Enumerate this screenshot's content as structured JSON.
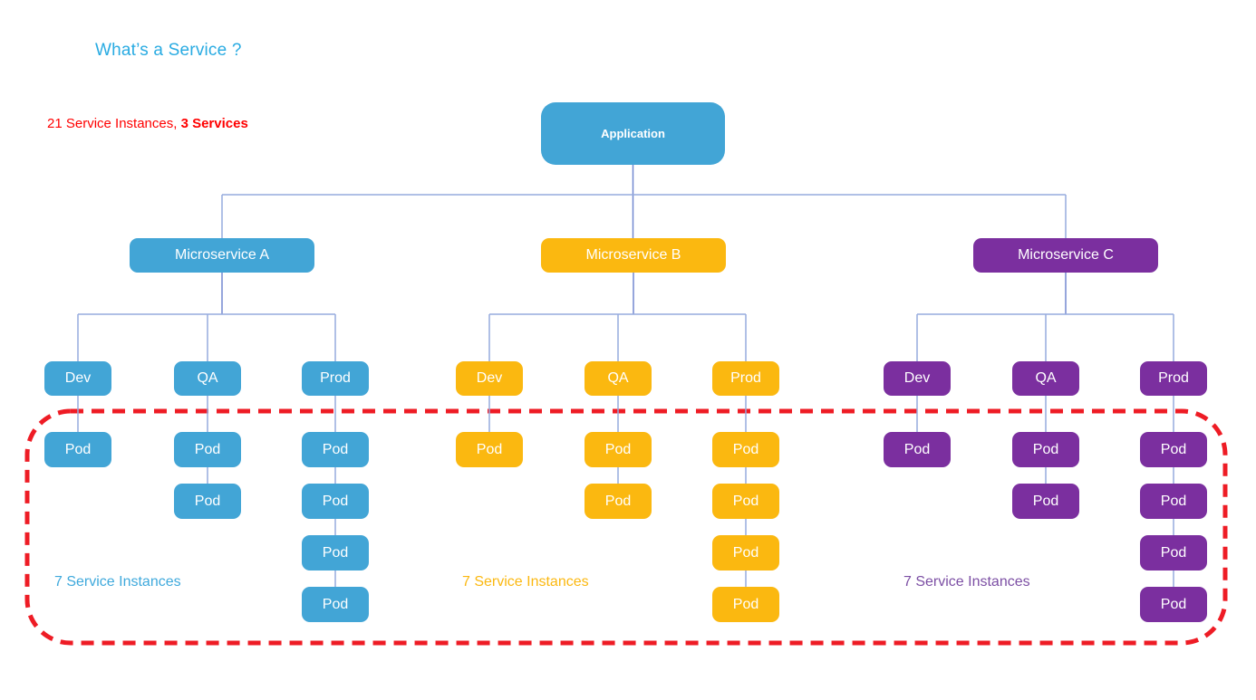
{
  "page": {
    "title": "What’s a Service ?",
    "title_color": "#29ABE2"
  },
  "summary": {
    "normal": "21 Service Instances, ",
    "bold": "3 Services",
    "color": "#FF0000"
  },
  "colors": {
    "line_light": "#96ABDE",
    "line_dark": "#7288D0",
    "dash_red": "#EE1C25",
    "node_text": "#FFFFFF"
  },
  "root": {
    "label": "Application",
    "box_color": "#42A5D6"
  },
  "pod_label": "Pod",
  "services": [
    {
      "label": "Microservice A",
      "box_color": "#42A5D6",
      "instances_label": "7 Service Instances",
      "instances_color": "#3FA9DC",
      "envs": [
        {
          "label": "Dev",
          "pods": 1
        },
        {
          "label": "QA",
          "pods": 2
        },
        {
          "label": "Prod",
          "pods": 4
        }
      ]
    },
    {
      "label": "Microservice B",
      "box_color": "#FBB810",
      "instances_label": "7 Service Instances",
      "instances_color": "#FBB810",
      "envs": [
        {
          "label": "Dev",
          "pods": 1
        },
        {
          "label": "QA",
          "pods": 2
        },
        {
          "label": "Prod",
          "pods": 4
        }
      ]
    },
    {
      "label": "Microservice C",
      "box_color": "#7B2F9F",
      "instances_label": "7 Service Instances",
      "instances_color": "#7C4FA4",
      "envs": [
        {
          "label": "Dev",
          "pods": 1
        },
        {
          "label": "QA",
          "pods": 2
        },
        {
          "label": "Prod",
          "pods": 4
        }
      ]
    }
  ]
}
